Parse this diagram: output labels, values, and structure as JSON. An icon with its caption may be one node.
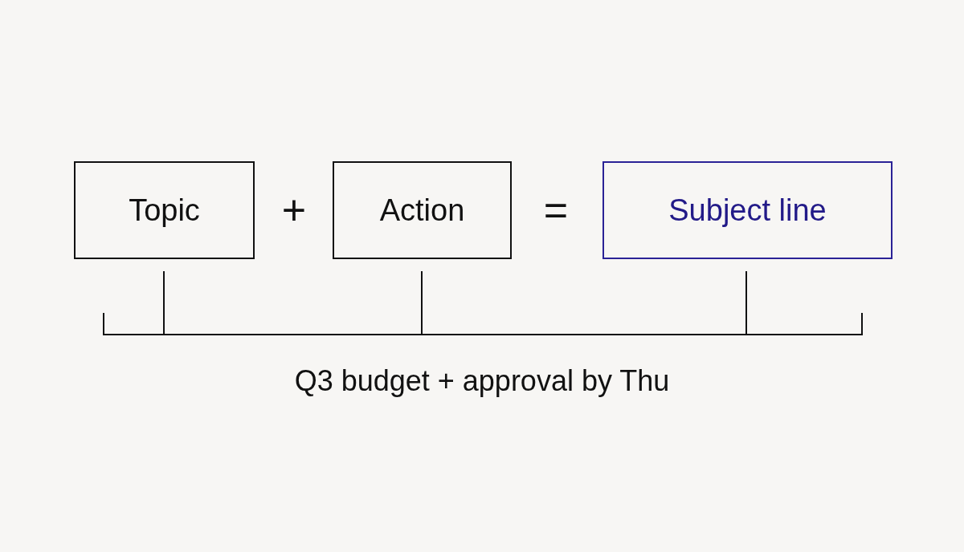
{
  "diagram": {
    "nodes": [
      {
        "text": [
          "Topic"
        ]
      },
      {
        "text": [
          "Action"
        ]
      },
      {
        "text": [
          "Subject line"
        ]
      }
    ],
    "labels": [
      "+",
      "=",
      "Q3 budget + approval by Thu"
    ]
  }
}
